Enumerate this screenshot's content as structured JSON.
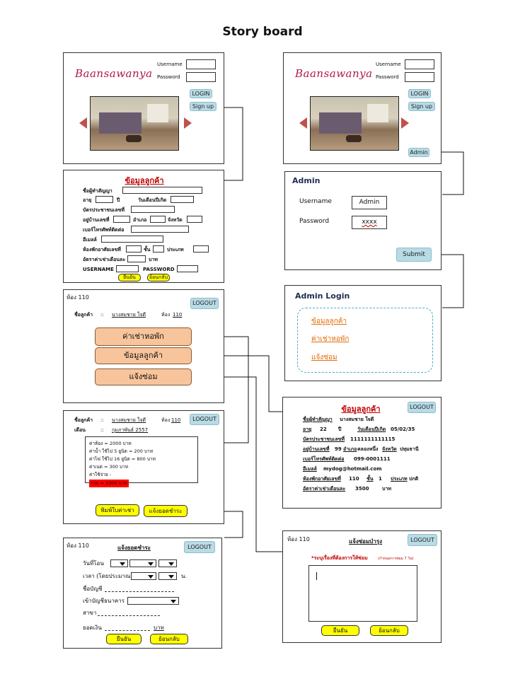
{
  "page_title": "Story board",
  "home_left": {
    "logo": "Baansawanya",
    "username_label": "Username",
    "password_label": "Password",
    "login": "LOGIN",
    "signup": "Sign up"
  },
  "home_right": {
    "logo": "Baansawanya",
    "username_label": "Username",
    "password_label": "Password",
    "login": "LOGIN",
    "signup": "Sign up",
    "admin": "Admin"
  },
  "signup_form": {
    "title": "ข้อมูลลูกค้า",
    "fields": [
      {
        "label": "ชื่อผู้ทำสัญญา"
      },
      {
        "label": "อายุ",
        "mid": "ปี",
        "label2": "วันเดือนปีเกิด"
      },
      {
        "label": "บัตรประชาชนเลขที่"
      },
      {
        "label": "อยู่บ้านเลขที่",
        "mid": "อำเภอ",
        "label2": "จังหวัด"
      },
      {
        "label": "เบอร์โทรศัพท์ติดต่อ"
      },
      {
        "label": "อีเมลล์"
      },
      {
        "label": "ห้องพักอาศัยเลขที่",
        "mid": "ชั้น",
        "label2": "ประเภท"
      },
      {
        "label": "อัตราค่าเช่าเดือนละ",
        "mid": "บาท"
      },
      {
        "label": "USERNAME",
        "label2": "PASSWORD"
      }
    ],
    "confirm": "ยืนยัน",
    "back": "ย้อนกลับ"
  },
  "admin_form": {
    "title": "Admin",
    "username_label": "Username",
    "username_value": "Admin",
    "password_label": "Password",
    "password_value": "xxxx",
    "submit": "Submit"
  },
  "admin_login": {
    "title": "Admin Login",
    "links": [
      "ข้อมูลลูกค้า",
      "ค่าเช่าหอพัก",
      "แจ้งซ่อม"
    ]
  },
  "room_menu": {
    "room": "ห้อง 110",
    "logout": "LOGOUT",
    "customer_label": "ชื่อลูกค้า",
    "sep": "::",
    "customer_name": "นางสมชาย   ใจดี",
    "room_label": "ห้อง",
    "room_no": "110",
    "buttons": [
      "ค่าเช่าหอพัก",
      "ข้อมูลลูกค้า",
      "แจ้งซ่อม"
    ]
  },
  "bill": {
    "logout": "LOGOUT",
    "customer_label": "ชื่อลูกค้า",
    "sep": "::",
    "customer_name": "นางสมชาย   ใจดี",
    "room_label": "ห้อง",
    "room_no": "110",
    "month_label": "เดือน",
    "month_value": "กุมภาพันธ์  2557",
    "lines": [
      "ค่าห้อง  = 2000 บาท",
      "ค่าน้ำ  ใช้ไป  5 ยูนิต   =    200 บาท",
      "ค่าไฟ  ใช้ไป  16 ยูนิต  =    800 บาท",
      "ค่าเนต  = 300 บาท",
      "ค่าใช้จ่าย  -"
    ],
    "total": "รวม   =  3300 บาท",
    "print": "พิมพ์ใบค่าเช่า",
    "notify_pay": "แจ้งยอดชำระ"
  },
  "customer_info": {
    "title": "ข้อมูลลูกค้า",
    "logout": "LOGOUT",
    "rows": [
      {
        "label": "ชื่อผู้ทำสัญญา",
        "value": "นางสมชาย  ใจดี"
      },
      {
        "label": "อายุ",
        "value": "22",
        "mid": "ปี",
        "label2": "วันเดือนปีเกิด",
        "value2": "05/02/35"
      },
      {
        "label": "บัตรประชาชนเลขที่",
        "value": "1111111111115"
      },
      {
        "label": "อยู่บ้านเลขที่",
        "value": "99",
        "mid": "อำเภอ",
        "value_mid": "คลองหนึ่ง",
        "label2": "จังหวัด",
        "value2": "ปทุมธานี"
      },
      {
        "label": "เบอร์โทรศัพท์ติดต่อ",
        "value": "099-0001111"
      },
      {
        "label": "อีเมลล์",
        "value": "mydog@hotmail.com"
      },
      {
        "label": "ห้องพักอาศัยเลขที่",
        "value": "110",
        "mid": "ชั้น",
        "value_mid": "1",
        "label2": "ประเภท",
        "value2": "ปกติ"
      },
      {
        "label": "อัตราค่าเช่าเดือนละ",
        "value": "3500",
        "mid": "บาท"
      }
    ]
  },
  "payment": {
    "room": "ห้อง 110",
    "title": "แจ้งยอดชำระ",
    "logout": "LOGOUT",
    "date_label": "วันที่โอน",
    "time_label": "เวลา (โดยประมาณ)",
    "time_unit": "น.",
    "account_name_label": "ชื่อบัญชี",
    "bank_label": "เข้าบัญชีธนาคาร",
    "branch_label": "สาขา",
    "amount_label": "ยอดเงิน",
    "amount_unit": "บาท",
    "confirm": "ยืนยัน",
    "back": "ย้อนกลับ"
  },
  "repair": {
    "room": "ห้อง 110",
    "title": "แจ้งซ่อมบำรุง",
    "logout": "LOGOUT",
    "prompt": "*ระบุเรื่องที่ต้องการให้ซ่อม",
    "note": "(กำหนดการซ่อม 7 วัน)",
    "confirm": "ยืนยัน",
    "back": "ย้อนกลับ"
  },
  "colors": {
    "logo": "#b0174a",
    "button_blue": "#b8dbe6",
    "button_yellow": "#ffff00",
    "button_orange": "#f8c49b",
    "link_orange": "#e46c0a",
    "total_red": "#ff0000",
    "arrow_red": "#c0504d"
  }
}
